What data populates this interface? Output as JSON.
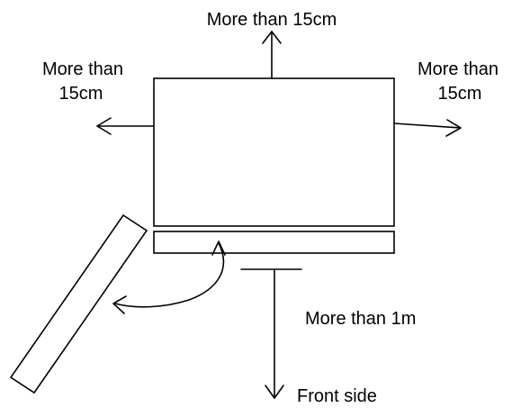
{
  "labels": {
    "top": "More than 15cm",
    "left_line1": "More than",
    "left_line2": "15cm",
    "right_line1": "More than",
    "right_line2": "15cm",
    "front_distance": "More than 1m",
    "front_side": "Front side"
  }
}
